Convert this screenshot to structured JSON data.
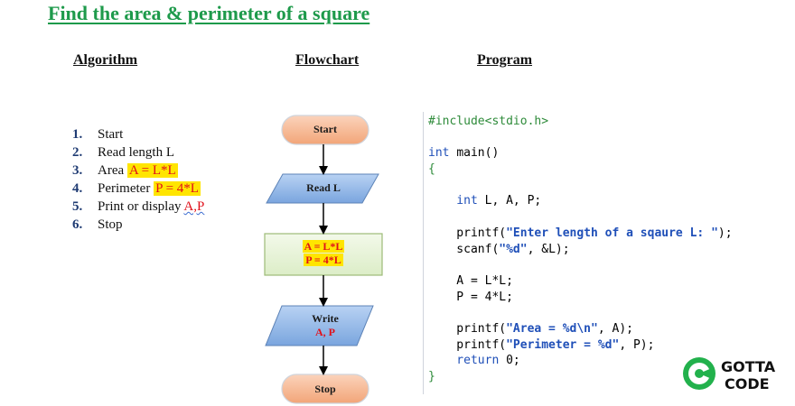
{
  "title": "Find the area & perimeter of a square",
  "headings": {
    "algorithm": "Algorithm",
    "flowchart": "Flowchart",
    "program": "Program"
  },
  "algorithm": {
    "steps": [
      {
        "num": "1.",
        "text": "Start",
        "hl": ""
      },
      {
        "num": "2.",
        "text": "Read length L",
        "hl": ""
      },
      {
        "num": "3.",
        "text": "Area ",
        "hl": "A = L*L"
      },
      {
        "num": "4.",
        "text": "Perimeter ",
        "hl": "P = 4*L"
      },
      {
        "num": "5.",
        "text": "Print or display ",
        "ul": "A,P"
      },
      {
        "num": "6.",
        "text": "Stop",
        "hl": ""
      }
    ]
  },
  "flowchart": {
    "start": "Start",
    "read": "Read  L",
    "process": [
      "A = L*L",
      "P = 4*L"
    ],
    "write": [
      "Write",
      "A, P"
    ],
    "stop": "Stop"
  },
  "program": {
    "lines": [
      [
        {
          "t": "#include<stdio.h>",
          "c": "pp"
        }
      ],
      [],
      [
        {
          "t": "int ",
          "c": "kw"
        },
        {
          "t": "main()",
          "c": ""
        }
      ],
      [
        {
          "t": "{",
          "c": "pp"
        }
      ],
      [],
      [
        {
          "t": "    int ",
          "c": "kw"
        },
        {
          "t": "L, A, P;",
          "c": ""
        }
      ],
      [],
      [
        {
          "t": "    printf(",
          "c": ""
        },
        {
          "t": "\"Enter length of a sqaure L: \"",
          "c": "str"
        },
        {
          "t": ");",
          "c": ""
        }
      ],
      [
        {
          "t": "    scanf(",
          "c": ""
        },
        {
          "t": "\"%d\"",
          "c": "str"
        },
        {
          "t": ", &L);",
          "c": ""
        }
      ],
      [],
      [
        {
          "t": "    A = L*L;",
          "c": ""
        }
      ],
      [
        {
          "t": "    P = 4*L;",
          "c": ""
        }
      ],
      [],
      [
        {
          "t": "    printf(",
          "c": ""
        },
        {
          "t": "\"Area = %d\\n\"",
          "c": "str"
        },
        {
          "t": ", A);",
          "c": ""
        }
      ],
      [
        {
          "t": "    printf(",
          "c": ""
        },
        {
          "t": "\"Perimeter = %d\"",
          "c": "str"
        },
        {
          "t": ", P);",
          "c": ""
        }
      ],
      [
        {
          "t": "    return ",
          "c": "kw"
        },
        {
          "t": "0;",
          "c": ""
        }
      ],
      [
        {
          "t": "}",
          "c": "pp"
        }
      ]
    ]
  },
  "logo": {
    "line1": "GOTTA",
    "line2": "CODE"
  },
  "colors": {
    "title": "#1e9a4b",
    "terminal": "#f6b894",
    "io": "#8bb3e6",
    "process": "#e6f2d6",
    "highlight": "#ffe500",
    "red": "#e0101a",
    "logo_green": "#22b14c"
  }
}
